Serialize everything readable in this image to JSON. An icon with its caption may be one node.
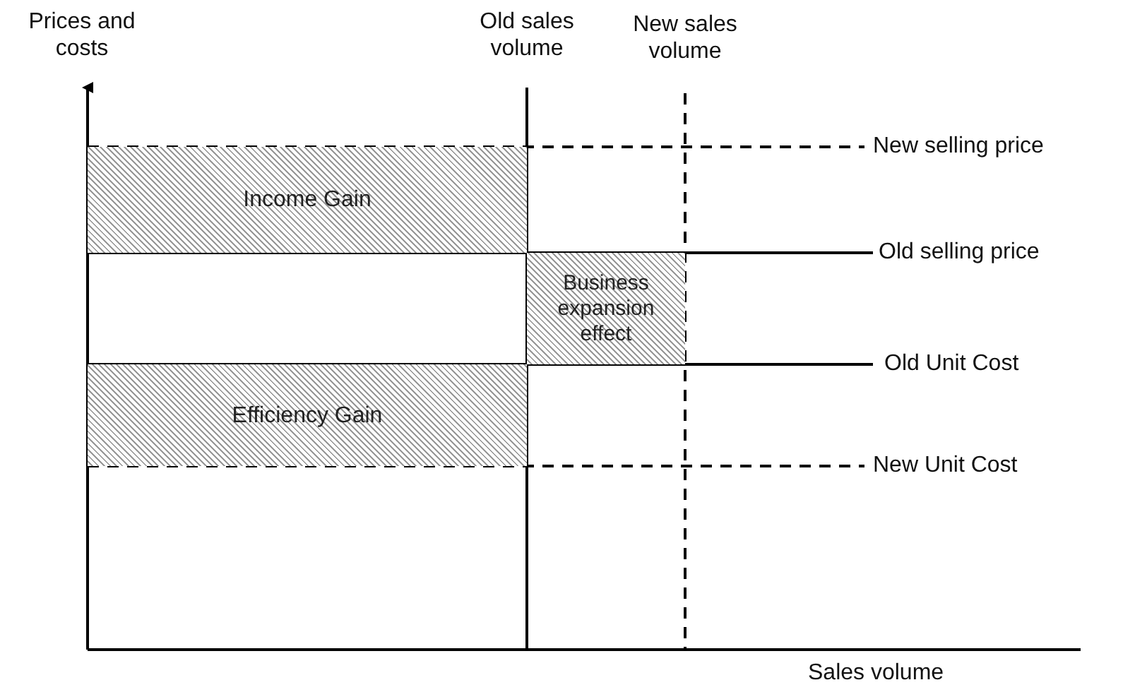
{
  "diagram": {
    "nodes": [
      {
        "text": [
          "Income Gain"
        ]
      },
      {
        "text": [
          "Efficiency Gain"
        ]
      },
      {
        "text": [
          "Business expansion effect"
        ]
      }
    ],
    "labels": [
      "Prices and costs",
      "Old sales volume",
      "New sales volume",
      "New selling price",
      "Old selling price",
      "Old Unit Cost",
      "New Unit Cost",
      "Sales volume"
    ]
  }
}
